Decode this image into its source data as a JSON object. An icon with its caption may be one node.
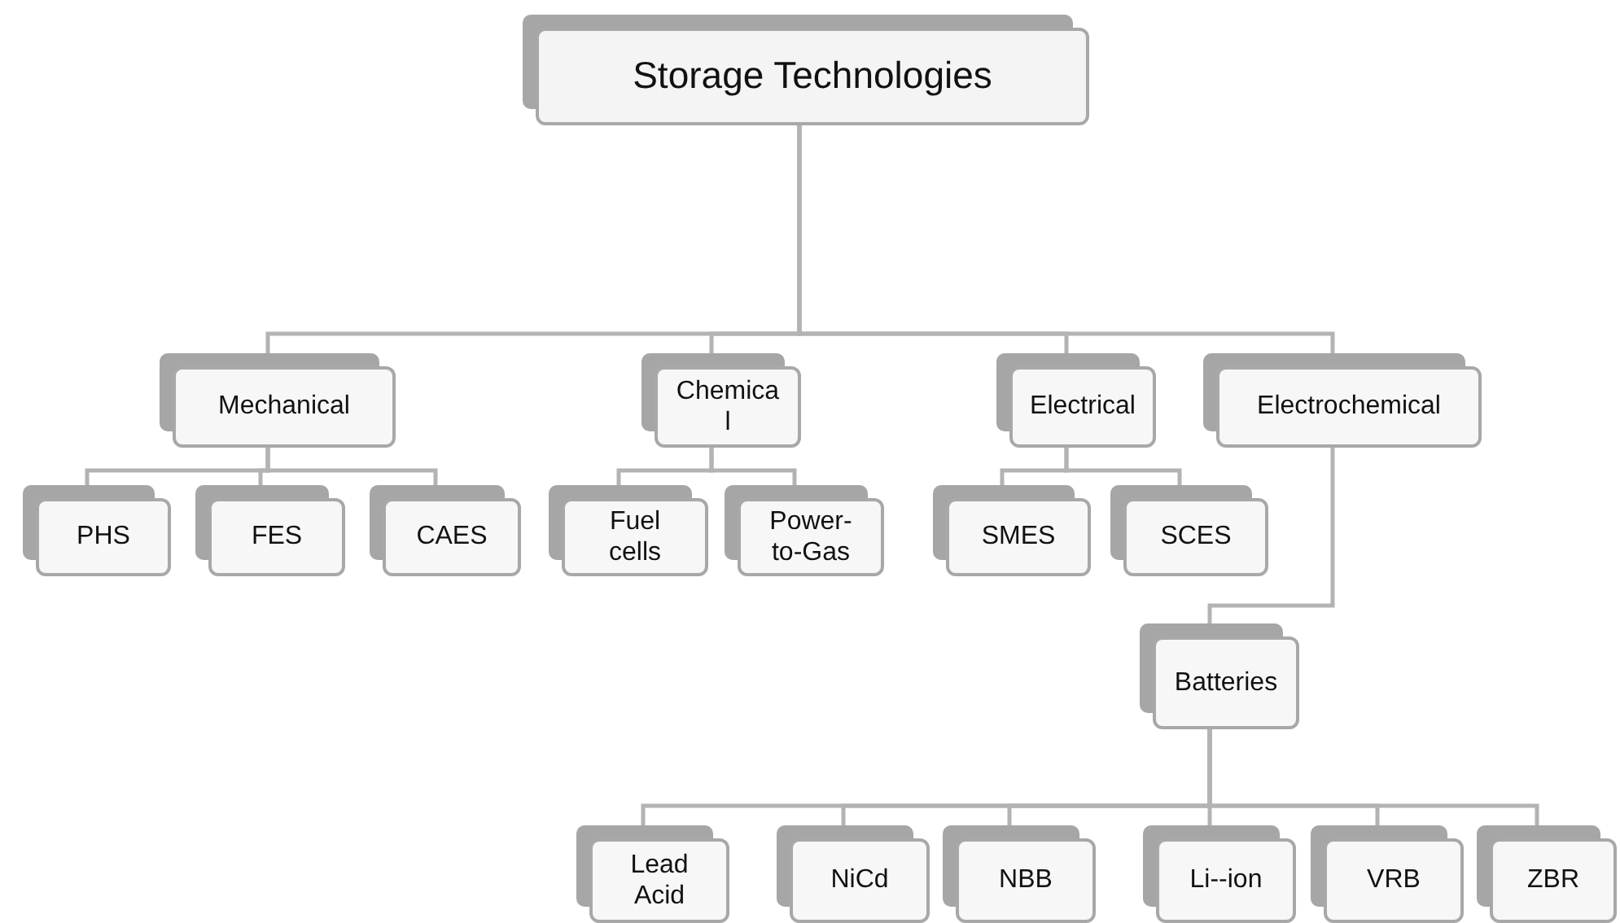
{
  "diagram": {
    "nodes": [
      {
        "text": [
          "Storage Technologies"
        ]
      },
      {
        "text": [
          "Mechanical"
        ]
      },
      {
        "text": [
          "Chemical"
        ]
      },
      {
        "text": [
          "Electrical"
        ]
      },
      {
        "text": [
          "Electrochemical"
        ]
      },
      {
        "text": [
          "PHS"
        ]
      },
      {
        "text": [
          "FES"
        ]
      },
      {
        "text": [
          "CAES"
        ]
      },
      {
        "text": [
          "Fuel cells"
        ]
      },
      {
        "text": [
          "Power-to-Gas"
        ]
      },
      {
        "text": [
          "SMES"
        ]
      },
      {
        "text": [
          "SCES"
        ]
      },
      {
        "text": [
          "Batteries"
        ]
      },
      {
        "text": [
          "Lead Acid"
        ]
      },
      {
        "text": [
          "NiCd"
        ]
      },
      {
        "text": [
          "NBB"
        ]
      },
      {
        "text": [
          "Li--ion"
        ]
      },
      {
        "text": [
          "VRB"
        ]
      },
      {
        "text": [
          "ZBR"
        ]
      }
    ],
    "edges": [
      {
        "from": 0,
        "to": 1,
        "arrow": "none"
      },
      {
        "from": 0,
        "to": 2,
        "arrow": "none"
      },
      {
        "from": 0,
        "to": 3,
        "arrow": "none"
      },
      {
        "from": 0,
        "to": 4,
        "arrow": "none"
      },
      {
        "from": 1,
        "to": 5,
        "arrow": "none"
      },
      {
        "from": 1,
        "to": 6,
        "arrow": "none"
      },
      {
        "from": 1,
        "to": 7,
        "arrow": "none"
      },
      {
        "from": 2,
        "to": 8,
        "arrow": "none"
      },
      {
        "from": 2,
        "to": 9,
        "arrow": "none"
      },
      {
        "from": 3,
        "to": 10,
        "arrow": "none"
      },
      {
        "from": 3,
        "to": 11,
        "arrow": "none"
      },
      {
        "from": 4,
        "to": 12,
        "arrow": "none"
      },
      {
        "from": 12,
        "to": 13,
        "arrow": "none"
      },
      {
        "from": 12,
        "to": 14,
        "arrow": "none"
      },
      {
        "from": 12,
        "to": 15,
        "arrow": "none"
      },
      {
        "from": 12,
        "to": 16,
        "arrow": "none"
      },
      {
        "from": 12,
        "to": 17,
        "arrow": "none"
      },
      {
        "from": 12,
        "to": 18,
        "arrow": "none"
      }
    ]
  }
}
